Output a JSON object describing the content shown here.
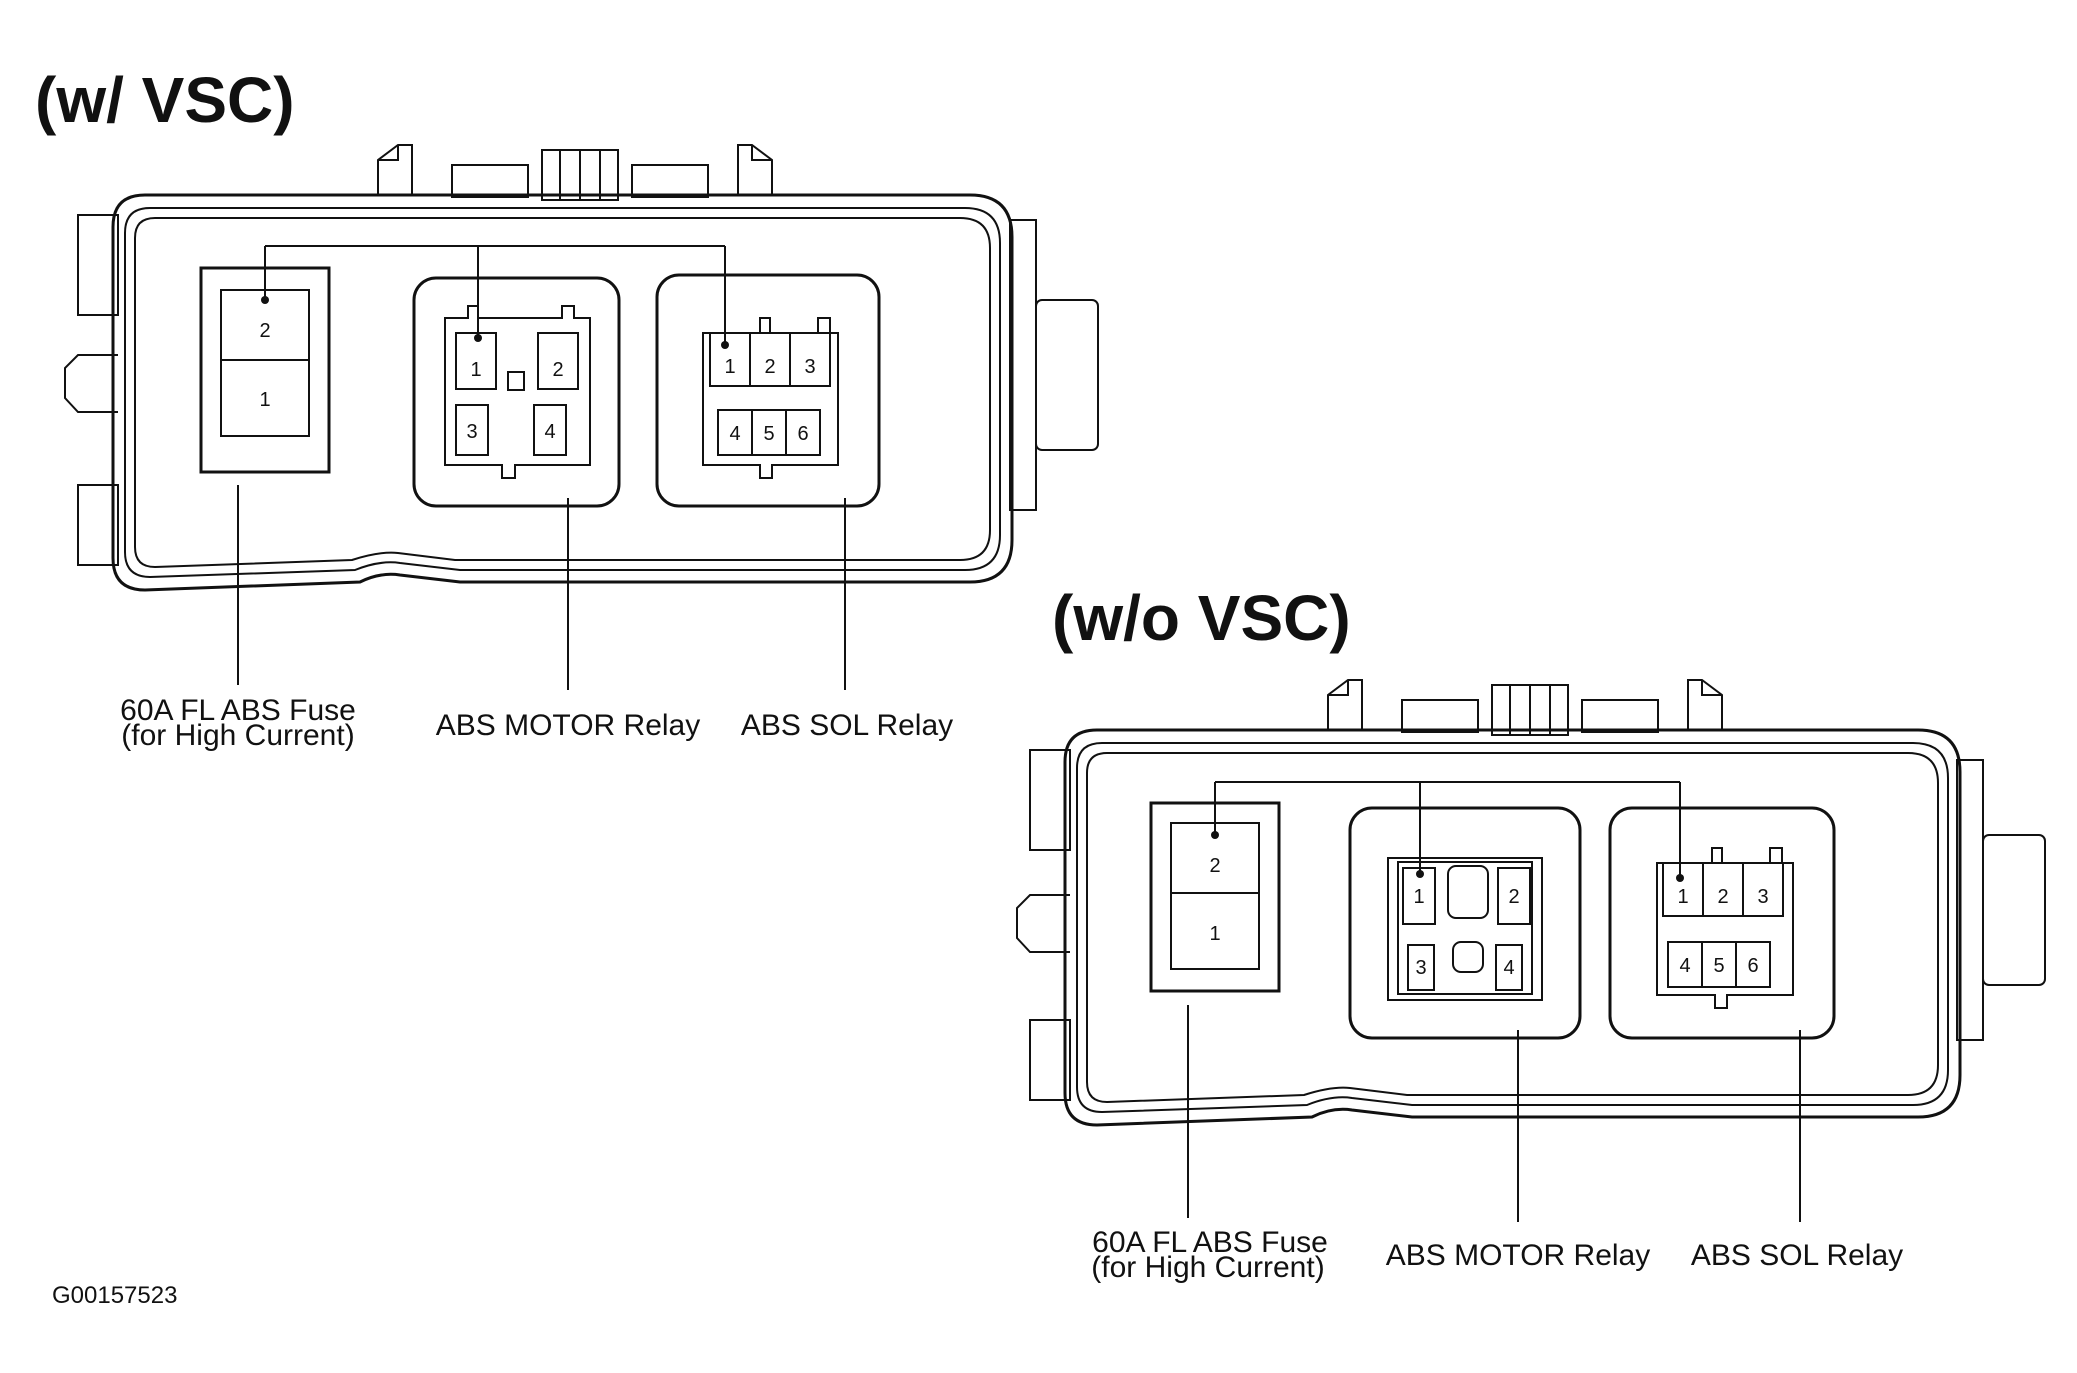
{
  "figure_code": "G00157523",
  "with_vsc": {
    "heading": "(w/ VSC)",
    "fuse": {
      "label_line1": "60A FL ABS Fuse",
      "label_line2": "(for High Current)",
      "pins": [
        "2",
        "1"
      ]
    },
    "motor_relay": {
      "label": "ABS MOTOR Relay",
      "pins": [
        "1",
        "2",
        "3",
        "4"
      ]
    },
    "sol_relay": {
      "label": "ABS SOL Relay",
      "pins": [
        "1",
        "2",
        "3",
        "4",
        "5",
        "6"
      ]
    }
  },
  "without_vsc": {
    "heading": "(w/o VSC)",
    "fuse": {
      "label_line1": "60A FL ABS Fuse",
      "label_line2": "(for High Current)",
      "pins": [
        "2",
        "1"
      ]
    },
    "motor_relay": {
      "label": "ABS MOTOR Relay",
      "pins": [
        "1",
        "2",
        "3",
        "4"
      ]
    },
    "sol_relay": {
      "label": "ABS SOL Relay",
      "pins": [
        "1",
        "2",
        "3",
        "4",
        "5",
        "6"
      ]
    }
  }
}
